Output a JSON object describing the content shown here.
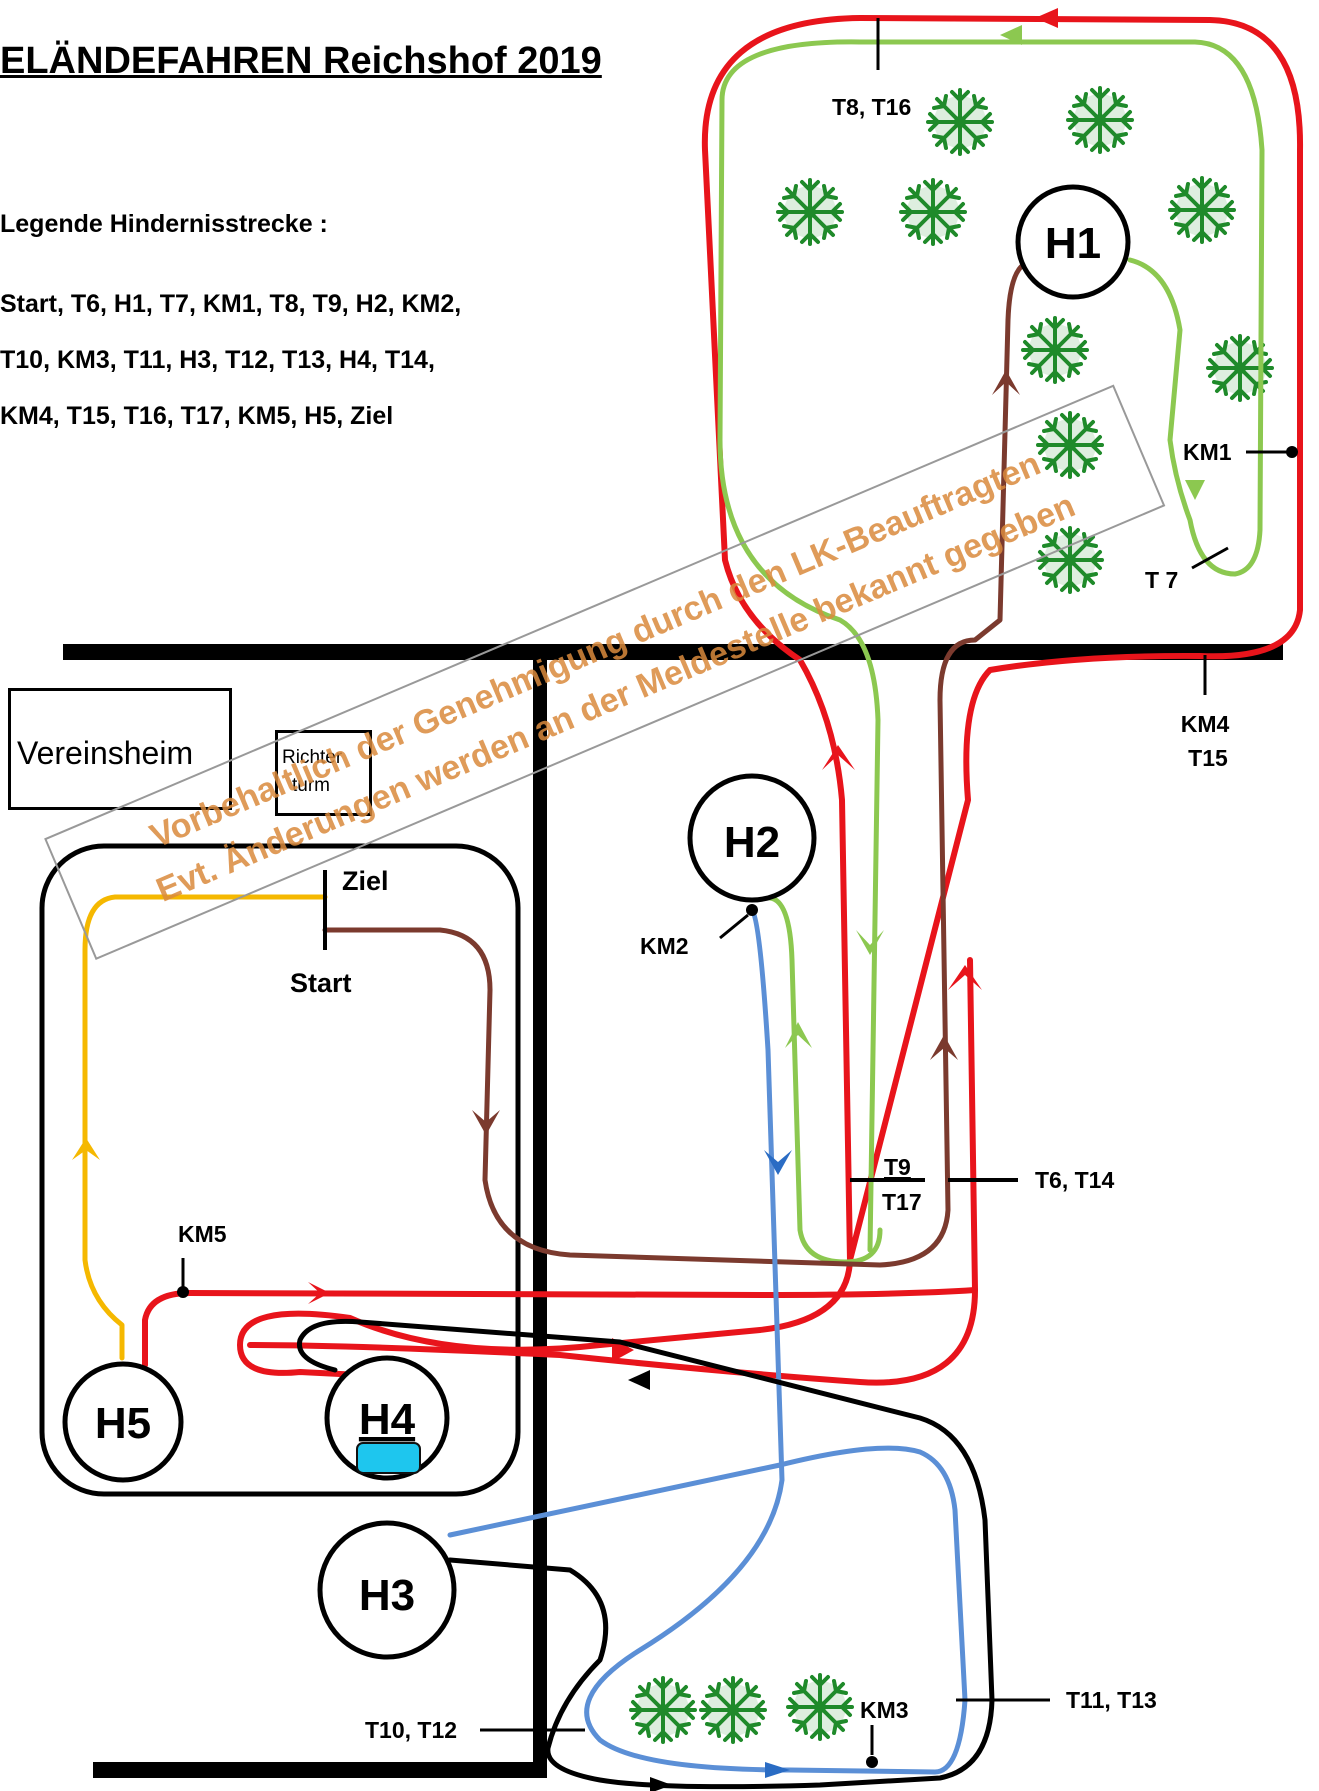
{
  "title": "ELÄNDEFAHREN Reichshof 2019",
  "legend": {
    "heading": "Legende  Hindernisstrecke  :",
    "lines": [
      "Start,  T6,  H1,  T7,  KM1,  T8,  T9,  H2,  KM2,",
      "T10,  KM3,  T11,  H3,  T12,  T13,  H4,  T14,",
      "KM4,  T15,  T16,  T17,  KM5,  H5,  Ziel"
    ]
  },
  "buildings": {
    "clubhouse": "Vereinsheim",
    "tower_line1": "Richter",
    "tower_line2": "turm"
  },
  "obstacles": {
    "h1": "H1",
    "h2": "H2",
    "h3": "H3",
    "h4": "H4",
    "h5": "H5"
  },
  "markers": {
    "t8_t16": "T8, T16",
    "km1": "KM1",
    "t7": "T 7",
    "km4": "KM4",
    "t15": "T15",
    "km2": "KM2",
    "t9": "T9",
    "t17": "T17",
    "t6_t14": "T6, T14",
    "ziel": "Ziel",
    "start": "Start",
    "km5": "KM5",
    "t10_t12": "T10, T12",
    "km3": "KM3",
    "t11_t13": "T11, T13"
  },
  "watermark": {
    "line1": "Vorbehaltlich der Genehmigung durch den LK-Beauftragten",
    "line2": "Evt. Änderungen werden an der Meldestelle bekannt gegeben"
  },
  "colors": {
    "red_route": "#e8141b",
    "green_route": "#8cc850",
    "brown_route": "#7b3a2e",
    "blue_route": "#5b8fd6",
    "black_route": "#000000",
    "yellow_route": "#f5b800",
    "tree": "#1f8a2a",
    "h4_box": "#1ec6ee"
  }
}
